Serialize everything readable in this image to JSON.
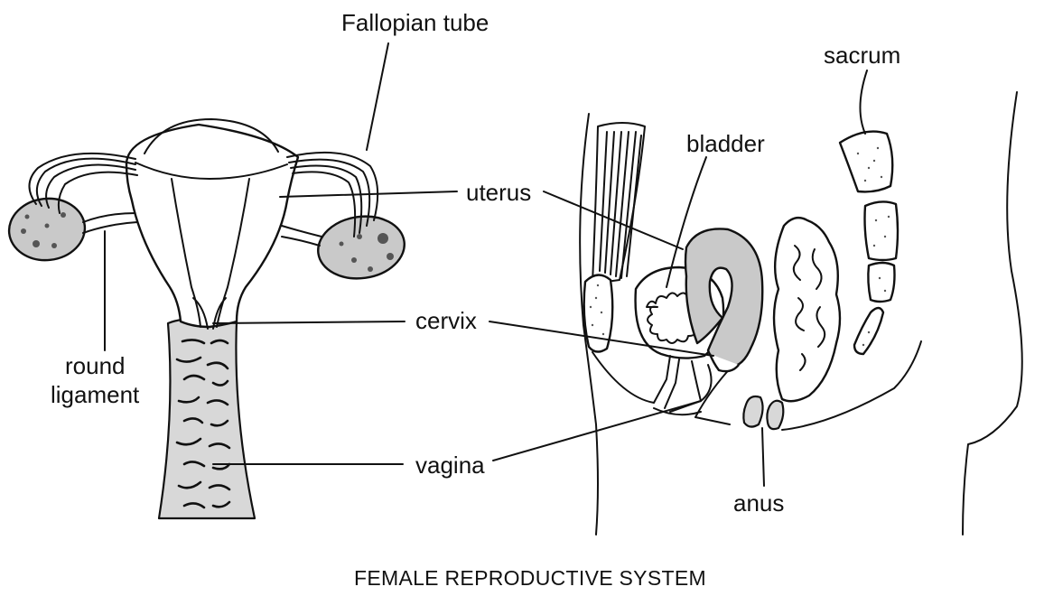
{
  "caption": "FEMALE REPRODUCTIVE SYSTEM",
  "labels": {
    "fallopian_tube": "Fallopian tube",
    "uterus": "uterus",
    "cervix": "cervix",
    "round_ligament_1": "round",
    "round_ligament_2": "ligament",
    "vagina": "vagina",
    "sacrum": "sacrum",
    "bladder": "bladder",
    "anus": "anus"
  },
  "colors": {
    "ink": "#111111",
    "organ_fill": "#c9c9c9",
    "background": "#ffffff"
  }
}
